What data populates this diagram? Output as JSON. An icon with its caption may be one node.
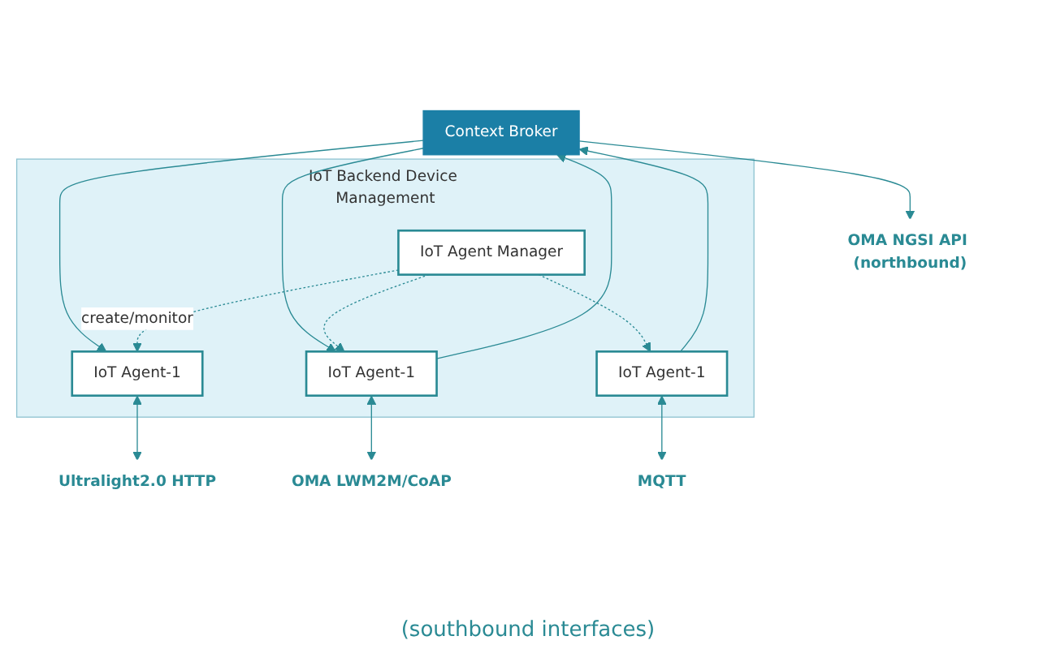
{
  "diagram": {
    "nodes": [
      {
        "text": [
          "Context Broker"
        ]
      },
      {
        "text": [
          "OMA NGSI API (northbound)"
        ]
      },
      {
        "text": [
          "IoT Backend Device Management"
        ]
      },
      {
        "text": [
          "IoT Agent-1"
        ],
        "in": 2
      },
      {
        "text": [
          "IoT Agent-1"
        ],
        "in": 2
      },
      {
        "text": [
          "IoT Agent-1"
        ],
        "in": 2
      },
      {
        "text": [
          "IoT Agent Manager"
        ],
        "in": 2
      },
      {
        "text": [
          "Ultralight2.0 HTTP"
        ]
      },
      {
        "text": [
          "MQTT"
        ]
      },
      {
        "text": [
          "OMA LWM2M/CoAP"
        ]
      }
    ],
    "edges": [
      {
        "from": 0,
        "to": 1,
        "arrow": "to"
      },
      {
        "from": 0,
        "to": 3,
        "arrow": "to"
      },
      {
        "from": 4,
        "to": 0,
        "arrow": "to"
      },
      {
        "from": 0,
        "to": 5,
        "arrow": "to"
      },
      {
        "from": 5,
        "to": 0,
        "arrow": "to"
      },
      {
        "from": 6,
        "to": 3,
        "arrow": "to",
        "style": "dashed",
        "label": "create/monitor"
      },
      {
        "from": 6,
        "to": 4,
        "arrow": "to",
        "style": "dashed"
      },
      {
        "from": 6,
        "to": 5,
        "arrow": "to",
        "style": "dashed"
      },
      {
        "from": 3,
        "to": 7,
        "arrow": "both"
      },
      {
        "from": 4,
        "to": 8,
        "arrow": "both"
      },
      {
        "from": 5,
        "to": 9,
        "arrow": "both"
      }
    ],
    "labels": [
      "(southbound interfaces)"
    ]
  }
}
